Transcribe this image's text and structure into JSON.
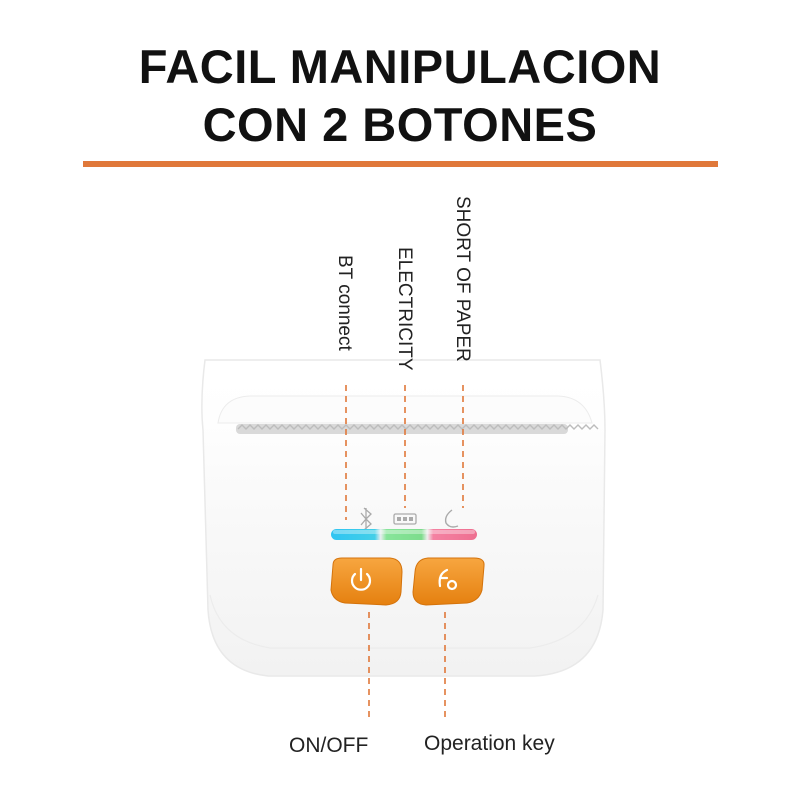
{
  "heading": {
    "line1": "FACIL MANIPULACION",
    "line2": "CON 2 BOTONES"
  },
  "callouts": {
    "bt_connect": "BT connect",
    "electricity": "ELECTRICITY",
    "short_of_paper": "SHORT OF PAPER",
    "on_off": "ON/OFF",
    "operation_key": "Operation key"
  },
  "colors": {
    "accent": "#e0783a",
    "button": "#f0901e",
    "led_bt": "#38c6f0",
    "led_power": "#7ee08e",
    "led_paper": "#f07a9a"
  },
  "icons": {
    "bt_indicator": "bluetooth-icon",
    "power_indicator": "battery-icon",
    "paper_indicator": "paper-icon",
    "on_off_button": "power-icon",
    "operation_button": "feed-icon"
  }
}
